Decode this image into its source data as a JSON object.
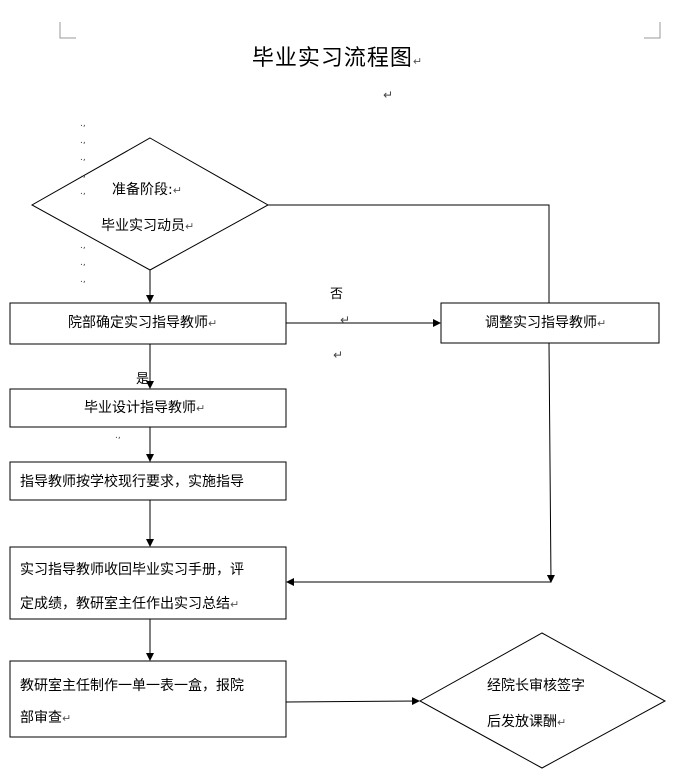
{
  "title": "毕业实习流程图",
  "nodes": {
    "prepare_line1": "准备阶段:",
    "prepare_line2": "毕业实习动员",
    "assign": "院部确定实习指导教师",
    "adjust": "调整实习指导教师",
    "design_teacher": "毕业设计指导教师",
    "guide": "指导教师按学校现行要求，实施指导",
    "collect_line1": "实习指导教师收回毕业实习手册，评",
    "collect_line2": "定成绩，教研室主任作出实习总结",
    "report_line1": "教研室主任制作一单一表一盒，报院",
    "report_line2": "部审查",
    "approve_line1": "经院长审核签字",
    "approve_line2": "后发放课酬"
  },
  "edge_labels": {
    "no": "否",
    "yes": "是"
  },
  "colors": {
    "stroke": "#000000",
    "corner_mark": "#9a9a9a"
  }
}
